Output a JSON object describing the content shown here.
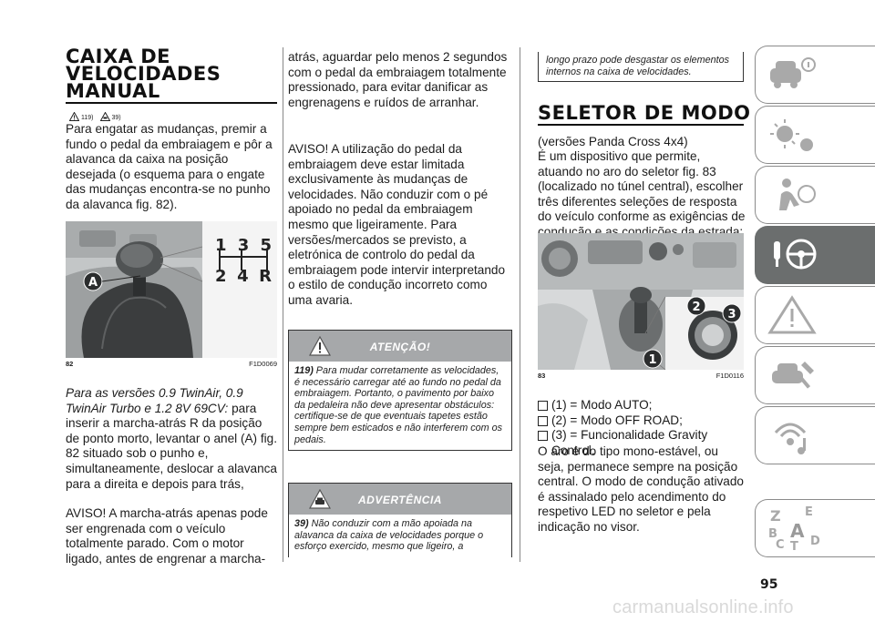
{
  "col1": {
    "title_lines": [
      "CAIXA DE",
      "VELOCIDADES",
      "MANUAL"
    ],
    "refs": [
      "119)",
      "39)"
    ],
    "intro": "Para engatar as mudanças, premir a fundo o pedal da embraiagem e pôr a alavanca da caixa na posição desejada (o esquema para o engate das mudanças encontra-se no punho da alavanca fig. 82).",
    "figure": {
      "callout": "A",
      "gear_top": [
        "1",
        "3",
        "5"
      ],
      "gear_bottom": [
        "2",
        "4",
        "R"
      ],
      "number": "82",
      "code": "F1D0069"
    },
    "italic_lead": "Para as versões 0.9 TwinAir, 0.9 TwinAir Turbo e 1.2 8V 69CV:",
    "para2_rest": " para inserir a marcha-atrás R da posição de ponto morto, levantar o anel (A) fig. 82 situado sob o punho e, simultaneamente, deslocar a alavanca para a direita e depois para trás,",
    "para3": "AVISO! A marcha-atrás apenas pode ser engrenada com o veículo totalmente parado. Com o motor ligado, antes de engrenar a marcha-"
  },
  "col2": {
    "para1": "atrás, aguardar pelo menos 2 segundos com o pedal da embraiagem totalmente pressionado, para evitar danificar as engrenagens e ruídos de arranhar.",
    "para2": "AVISO! A utilização do pedal da embraiagem deve estar limitada exclusivamente às mudanças de velocidades. Não conduzir com o pé apoiado no pedal da embraiagem mesmo que ligeiramente. Para versões/mercados se previsto, a eletrónica de controlo do pedal da embraiagem pode intervir interpretando o estilo de condução incorreto como uma avaria.",
    "warning": {
      "title": "ATENÇÃO!",
      "num": "119)",
      "text": " Para mudar corretamente as velocidades, é necessário carregar até ao fundo no pedal da embraiagem. Portanto, o pavimento por baixo da pedaleira não deve apresentar obstáculos: certifique-se de que eventuais tapetes estão sempre bem esticados e não interferem com os pedais."
    },
    "notice": {
      "title": "ADVERTÊNCIA",
      "num": "39)",
      "text": " Não conduzir com a mão apoiada na alavanca da caixa de velocidades porque o esforço exercido, mesmo que ligeiro, a"
    }
  },
  "col3": {
    "notice_cont": "longo prazo pode desgastar os elementos internos na caixa de velocidades.",
    "title": "SELETOR DE MODO",
    "versions": "(versões Panda Cross 4x4)",
    "para1": "É um dispositivo que permite, atuando no aro do seletor fig. 83 (localizado no túnel central), escolher três diferentes seleções de resposta do veículo conforme as exigências de condução e as condições da estrada:",
    "figure": {
      "callouts": [
        "1",
        "2",
        "3"
      ],
      "number": "83",
      "code": "F1D0116"
    },
    "modes": [
      "(1) = Modo AUTO;",
      "(2) = Modo OFF ROAD;",
      "(3) = Funcionalidade Gravity Control."
    ],
    "para2": "O aro é do tipo mono-estável, ou seja, permanece sempre na posição central. O modo de condução ativado é assinalado pelo acendimento do respetivo LED no seletor e pela indicação no visor."
  },
  "sidebar": {
    "tabs": [
      "car-info-icon",
      "lights-icon",
      "safety-airbag-icon",
      "driving-icon",
      "warning-triangle-icon",
      "maintenance-icon",
      "multimedia-icon",
      "index-icon"
    ],
    "index_letters": [
      "Z",
      "E",
      "A",
      "B",
      "C",
      "T",
      "D"
    ],
    "active": "driving-icon"
  },
  "page_number": "95",
  "watermark": "carmanualsonline.info"
}
